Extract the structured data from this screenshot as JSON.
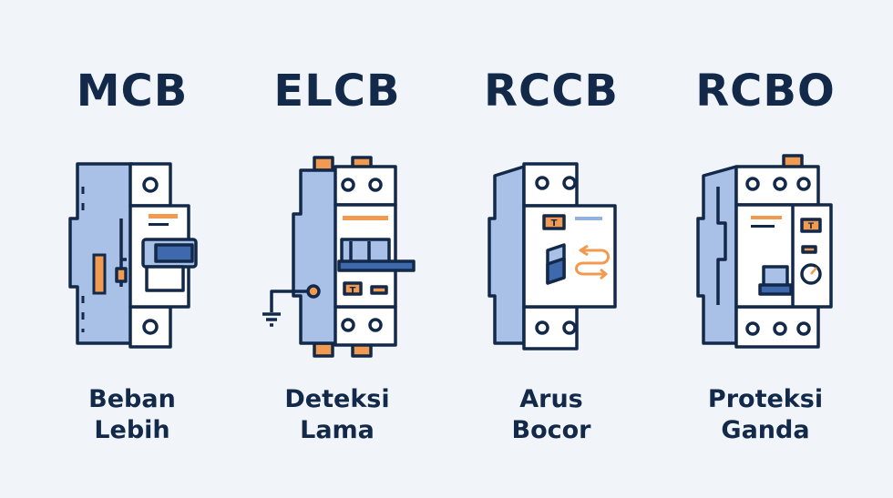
{
  "colors": {
    "navy": "#13294a",
    "body_blue": "#a9c1e6",
    "accent_orange": "#f29a4f",
    "terminal_white": "#ffffff",
    "background": "#f1f5f9"
  },
  "devices": [
    {
      "title": "MCB",
      "caption": [
        "Beban",
        "Lebih"
      ],
      "icon": "mcb-breaker-icon"
    },
    {
      "title": "ELCB",
      "caption": [
        "Deteksi",
        "Lama"
      ],
      "icon": "elcb-breaker-icon"
    },
    {
      "title": "RCCB",
      "caption": [
        "Arus",
        "Bocor"
      ],
      "icon": "rccb-breaker-icon"
    },
    {
      "title": "RCBO",
      "caption": [
        "Proteksi",
        "Ganda"
      ],
      "icon": "rcbo-breaker-icon"
    }
  ],
  "labels": {
    "test_button": "T"
  }
}
